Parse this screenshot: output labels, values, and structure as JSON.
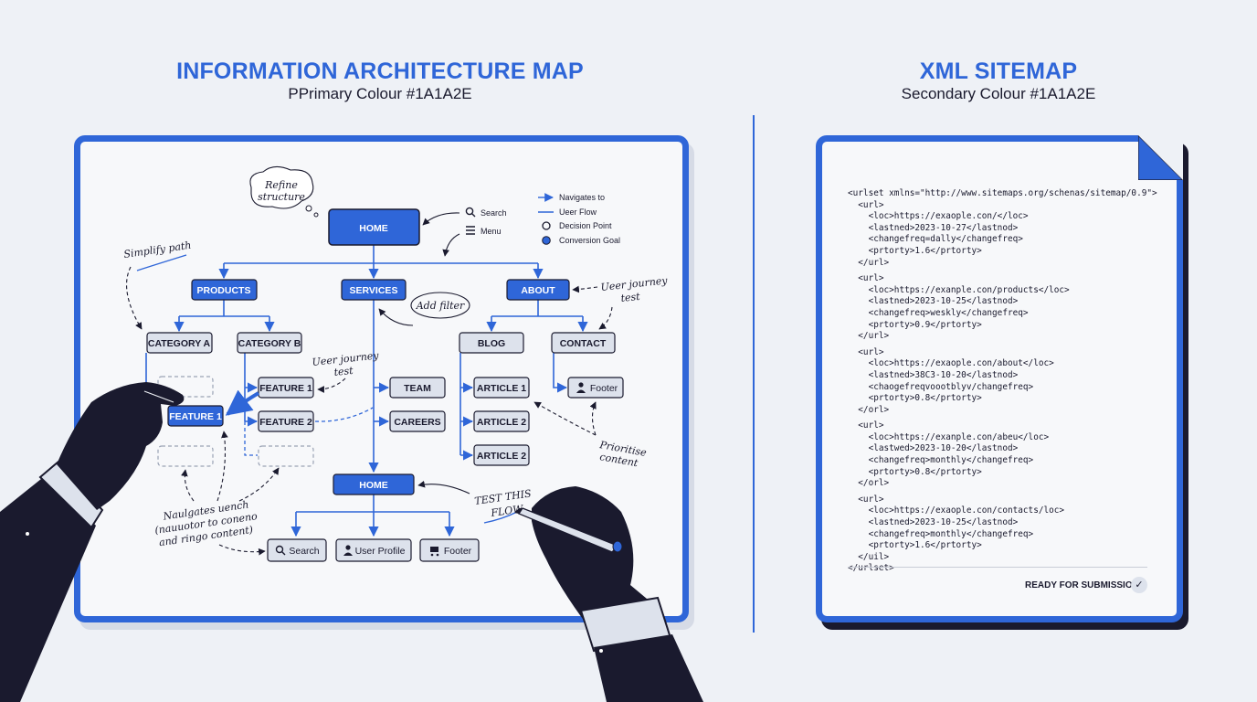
{
  "left": {
    "title": "INFORMATION ARCHITECTURE MAP",
    "subtitle": "PPrimary Colour #1A1A2E"
  },
  "right": {
    "title": "XML SITEMAP",
    "subtitle": "Secondary Colour #1A1A2E"
  },
  "colors": {
    "accent": "#2f66d8",
    "primary": "#1a1a2e",
    "node_fill": "#dde2ec"
  },
  "legend": [
    {
      "label": "Navigates to",
      "marker": "arrow-icon"
    },
    {
      "label": "Ueer Flow",
      "marker": "line-icon"
    },
    {
      "label": "Decision Point",
      "marker": "circle-outline-icon"
    },
    {
      "label": "Conversion Goal",
      "marker": "circle-filled-icon"
    }
  ],
  "top_actions": [
    {
      "label": "Search",
      "icon": "search-icon"
    },
    {
      "label": "Menu",
      "icon": "menu-icon"
    }
  ],
  "nodes": {
    "home": "HOME",
    "products": "PRODUCTS",
    "services": "SERVICES",
    "about": "ABOUT",
    "category_a": "CATEGORY A",
    "category_b": "CATEGORY B",
    "feature_1_selected": "FEATURE 1",
    "feature_1": "FEATURE 1",
    "feature_2": "FEATURE 2",
    "team": "TEAM",
    "careers": "CAREERS",
    "blog": "BLOG",
    "contact": "CONTACT",
    "article_1": "ARTICLE 1",
    "article_2a": "ARTICLE 2",
    "article_2b": "ARTICLE 2",
    "footer_top": "Footer",
    "home_bottom": "HOME",
    "search": "Search",
    "user_profile": "User Profile",
    "footer_bottom": "Footer"
  },
  "notes": {
    "refine_1": "Refine",
    "refine_2": "structure",
    "simplify": "Simplify path",
    "add_filter": "Add filter",
    "journey_right_1": "Ueer journey",
    "journey_right_2": "test",
    "journey_mid_1": "Ueer journey",
    "journey_mid_2": "test",
    "navigates_1": "Naulgates uench",
    "navigates_2": "(nauuotor to coneno",
    "navigates_3": "and ringo content)",
    "prioritise_1": "Prioritise",
    "prioritise_2": "content",
    "test_flow_1": "TEST THIS",
    "test_flow_2": "FLOW"
  },
  "sitemap": {
    "lines": [
      "<urlset xmlns=\"http://www.sitemaps.org/schenas/sitemap/0.9\">",
      "  <url>",
      "    <loc>https://exaople.con/</loc>",
      "    <lastned>2023-10-27</lastnod>",
      "    <changefreq=dally</changefreq>",
      "    <prtorty>1.6</prtorty>",
      "  </url>",
      "",
      "  <url>",
      "    <loc>https://exanple.con/products</loc>",
      "    <lastned>2023-10-25</lastnod>",
      "    <changefreq>wesklу</changefreq>",
      "    <prtorty>0.9</prtorty>",
      "  </url>",
      "",
      "  <url>",
      "    <loc>https://exaople.con/about</loc>",
      "    <lastned>38C3-10-20</lastnod>",
      "    <chaogefreqvoootblyv/changefreq>",
      "    <prtorty>0.8</prtorty>",
      "  </orl>",
      "",
      "  <url>",
      "    <loc>https://exanple.con/abeu</loc>",
      "    <lastwed>2023-10-20</lastnod>",
      "    <changefreq>monthly</changefreq>",
      "    <prtorty>0.8</prtorty>",
      "  </orl>",
      "",
      "  <url>",
      "    <loc>https://exaople.con/contacts/loc>",
      "    <lastned>2023-10-25</lastnod>",
      "    <changefreq>monthly</changefreq>",
      "    <prtorty>1.6</prtorty>",
      "  </uil>",
      "</urlset>"
    ],
    "status": "READY FOR SUBMISSION"
  }
}
